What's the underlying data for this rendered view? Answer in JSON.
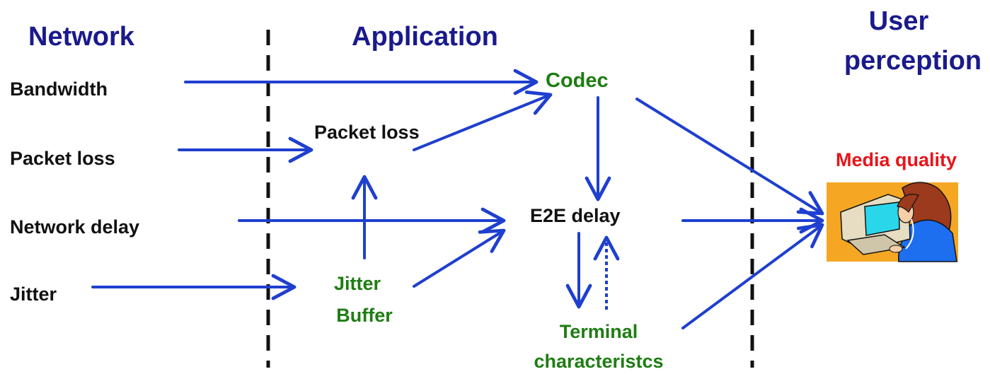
{
  "headers": {
    "network": "Network",
    "application": "Application",
    "user_line1": "User",
    "user_line2": "perception"
  },
  "network_params": {
    "bandwidth": "Bandwidth",
    "packet_loss": "Packet loss",
    "network_delay": "Network delay",
    "jitter": "Jitter"
  },
  "application_nodes": {
    "codec": "Codec",
    "packet_loss": "Packet loss",
    "e2e_delay": "E2E delay",
    "jitter_buffer_line1": "Jitter",
    "jitter_buffer_line2": "Buffer",
    "terminal_line1": "Terminal",
    "terminal_line2": "characteristcs"
  },
  "user_nodes": {
    "media_quality": "Media quality",
    "user_icon": "user-at-computer-icon"
  },
  "colors": {
    "header": "#1a1a8c",
    "arrow": "#1f3fcf",
    "green_label": "#1e7d12",
    "red_label": "#e8141a",
    "black_label": "#111111",
    "divider": "#111111"
  }
}
